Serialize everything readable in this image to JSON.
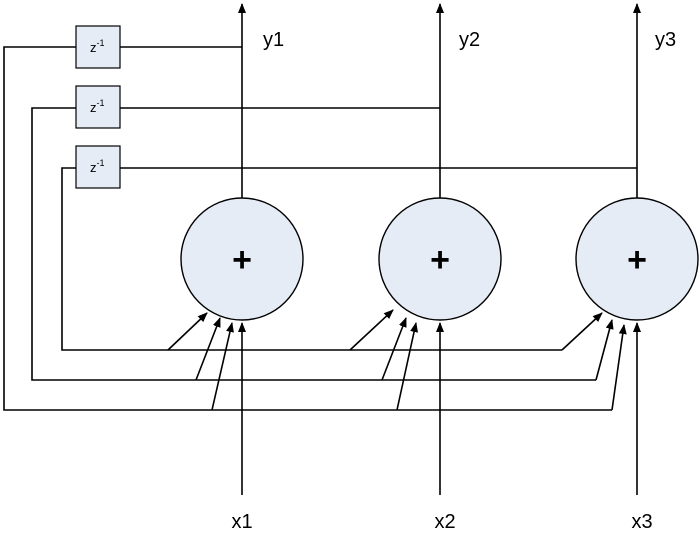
{
  "inputs": [
    "x1",
    "x2",
    "x3"
  ],
  "outputs": [
    "y1",
    "y2",
    "y3"
  ],
  "adder_symbol": "+",
  "delay": {
    "base": "z",
    "exponent": "-1"
  },
  "colors": {
    "node_fill": "#e6ecf5",
    "stroke": "#000000"
  }
}
